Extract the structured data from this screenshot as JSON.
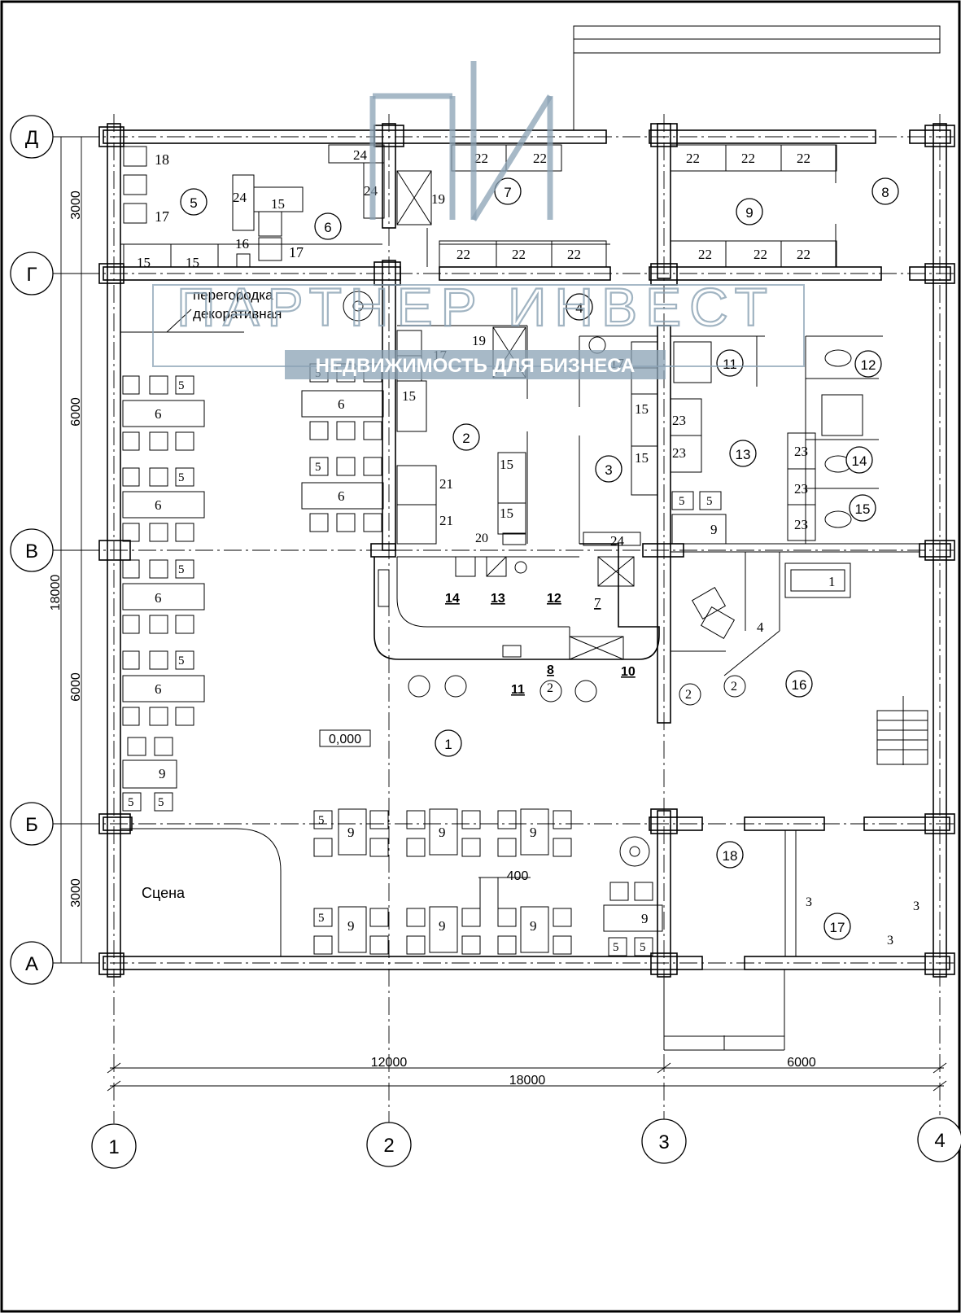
{
  "axes": {
    "rows": [
      "Д",
      "Г",
      "В",
      "Б",
      "А"
    ],
    "columns": [
      "1",
      "2",
      "3",
      "4"
    ]
  },
  "dimensions": {
    "left": [
      "3000",
      "6000",
      "18000",
      "6000",
      "3000"
    ],
    "bottom_top": [
      "12000",
      "6000"
    ],
    "bottom_total": "18000",
    "offset": "400"
  },
  "labels": {
    "partition_line1": "перегородка",
    "partition_line2": "декоративная",
    "stage": "Сцена",
    "level": "0,000"
  },
  "room_numbers": [
    "5",
    "6",
    "7",
    "9",
    "8",
    "4",
    "2",
    "3",
    "11",
    "13",
    "12",
    "14",
    "15",
    "1",
    "16",
    "18",
    "17"
  ],
  "equipment": [
    "18",
    "17",
    "16",
    "15",
    "24",
    "19",
    "22",
    "21",
    "20",
    "23",
    "14",
    "13",
    "12",
    "11",
    "10",
    "8",
    "7",
    "6",
    "5",
    "9",
    "2",
    "4",
    "1",
    "3"
  ],
  "watermark": {
    "logo_letters": "ПИ",
    "company": "ПАРТНЕР ИНВЕСТ",
    "tagline": "НЕДВИЖИМОСТЬ ДЛЯ БИЗНЕСА"
  }
}
